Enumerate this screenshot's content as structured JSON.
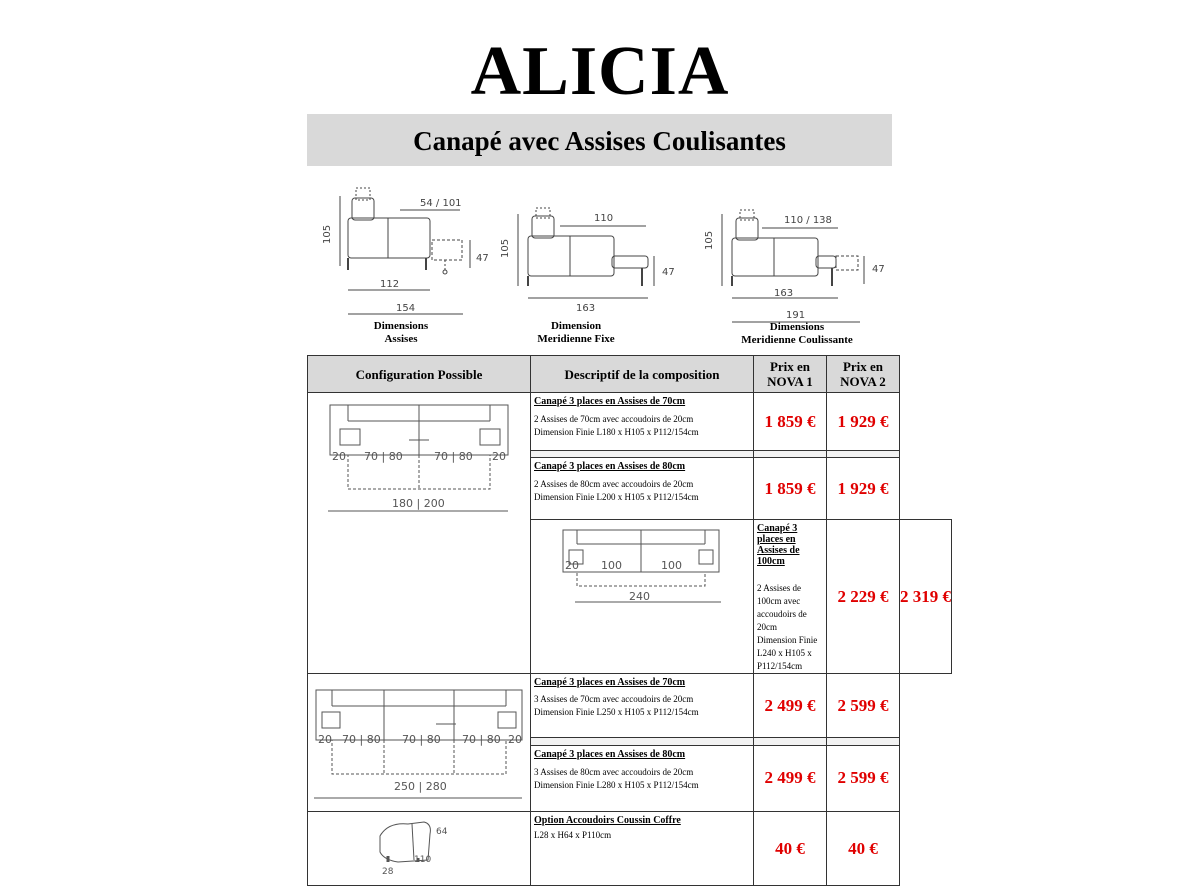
{
  "title": "ALICIA",
  "subtitle": "Canapé avec Assises Coulisantes",
  "diagrams": [
    {
      "caption_1": "Dimensions",
      "caption_2": "Assises",
      "dim_top": "54 / 101",
      "dim_height": "105",
      "dim_seat": "47",
      "dim_depth": "112",
      "dim_depth_ext": "154"
    },
    {
      "caption_1": "Dimension",
      "caption_2": "Meridienne Fixe",
      "dim_top": "110",
      "dim_height": "105",
      "dim_seat": "47",
      "dim_depth": "163"
    },
    {
      "caption_1": "Dimensions",
      "caption_2": "Meridienne Coulissante",
      "dim_top": "110 / 138",
      "dim_height": "105",
      "dim_seat": "47",
      "dim_depth": "163",
      "dim_depth_ext": "191"
    }
  ],
  "table": {
    "headers": {
      "config": "Configuration Possible",
      "desc": "Descriptif de la composition",
      "nova1_1": "Prix en",
      "nova1_2": "NOVA 1",
      "nova2_1": "Prix en",
      "nova2_2": "NOVA 2"
    },
    "rows": [
      {
        "title": "Canapé 3 places en Assises de 70cm",
        "line1": "2 Assises de 70cm avec accoudoirs de 20cm",
        "line2": "Dimension Finie L180 x H105 x P112/154cm",
        "nova1": "1 859 €",
        "nova2": "1 929 €"
      },
      {
        "title": "Canapé 3 places en Assises de 80cm",
        "line1": "2 Assises de 80cm avec accoudoirs de 20cm",
        "line2": "Dimension Finie L200 x H105 x P112/154cm",
        "nova1": "1 859 €",
        "nova2": "1 929 €"
      },
      {
        "title": "Canapé 3 places en Assises de 100cm",
        "line1": "2 Assises de 100cm avec accoudoirs de 20cm",
        "line2": "Dimension Finie L240 x H105 x P112/154cm",
        "nova1": "2 229 €",
        "nova2": "2 319 €"
      },
      {
        "title": "Canapé 3 places en Assises de 70cm",
        "line1": "3 Assises de 70cm avec accoudoirs de 20cm",
        "line2": "Dimension Finie L250 x H105 x P112/154cm",
        "nova1": "2 499 €",
        "nova2": "2 599 €"
      },
      {
        "title": "Canapé 3 places en Assises de 80cm",
        "line1": "3 Assises de 80cm avec accoudoirs de 20cm",
        "line2": "Dimension Finie L280 x H105 x P112/154cm",
        "nova1": "2 499 €",
        "nova2": "2 599 €"
      },
      {
        "title": "Option Accoudoirs Coussin Coffre ",
        "line1": "L28 x H64 x P110cm",
        "line2": "",
        "nova1": "40 €",
        "nova2": "40 €"
      }
    ],
    "config_labels": {
      "c1_arm": "20",
      "c1_seat": "70 | 80",
      "c1_total": "180 | 200",
      "c2_arm": "20",
      "c2_seat": "100",
      "c2_total": "240",
      "c3_arm": "20",
      "c3_seat": "70 | 80",
      "c3_total": "250 | 280",
      "c4_h": "64",
      "c4_d": "110",
      "c4_w": "28"
    }
  }
}
